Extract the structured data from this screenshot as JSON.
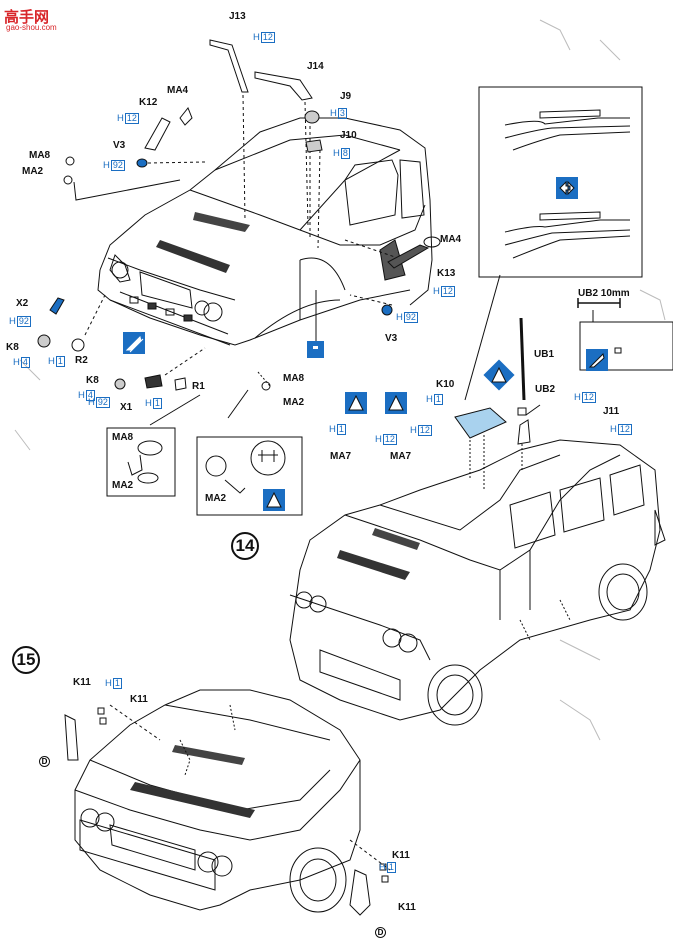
{
  "watermark": {
    "logo_text": "高手网",
    "url": "gao-shou.com"
  },
  "step14": {
    "number": "14"
  },
  "step15": {
    "number": "15"
  },
  "labels": {
    "j13": "J13",
    "j14": "J14",
    "j9": "J9",
    "j10": "J10",
    "k12": "K12",
    "ma4_top": "MA4",
    "v3_top": "V3",
    "ma8_top": "MA8",
    "ma2_top": "MA2",
    "ma4_right": "MA4",
    "k13": "K13",
    "v3_right": "V3",
    "x2": "X2",
    "k8_left": "K8",
    "r2": "R2",
    "k8_mid": "K8",
    "x1": "X1",
    "r1": "R1",
    "ma8_mid": "MA8",
    "ma2_mid": "MA2",
    "ma8_box": "MA8",
    "ma2_box": "MA2",
    "ma2_box2": "MA2",
    "ub2_dim": "UB2  10mm",
    "ub1": "UB1",
    "ub2": "UB2",
    "k10": "K10",
    "j11": "J11",
    "ma7_a": "MA7",
    "ma7_b": "MA7",
    "k11_a": "K11",
    "k11_b": "K11",
    "k11_c": "K11",
    "k11_d": "K11",
    "d_a": "D",
    "d_b": "D"
  },
  "colors": {
    "h": "H",
    "n12": "12",
    "n3": "3",
    "n8": "8",
    "n92": "92",
    "n1": "1",
    "n4": "4"
  },
  "palette": {
    "line": "#111111",
    "blue": "#1b6ec2",
    "swatch": "#a9d2ee",
    "brand": "#d8262a"
  }
}
